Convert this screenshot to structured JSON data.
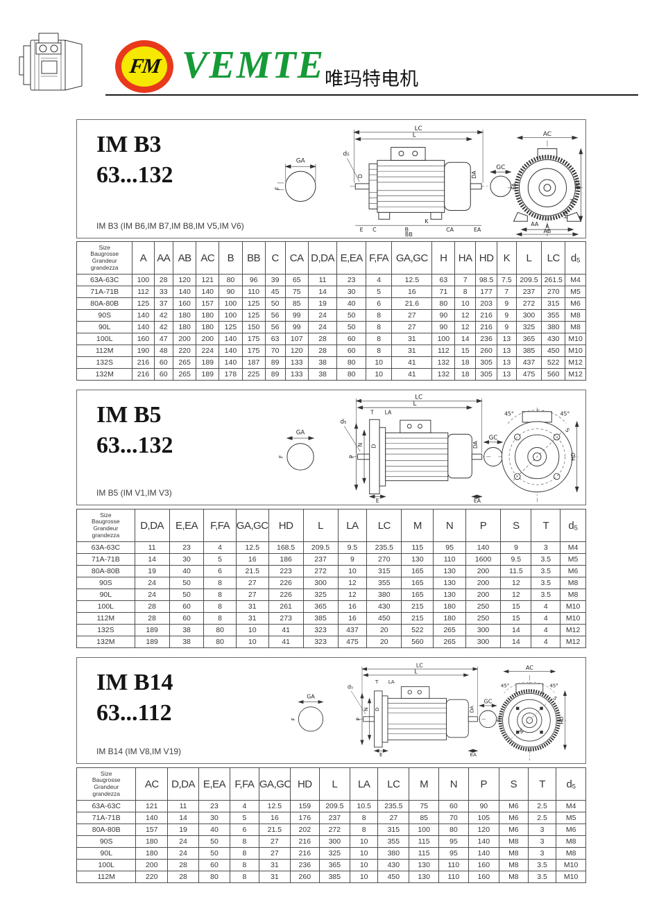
{
  "header": {
    "brand": "VEMTE",
    "tagline": "唯玛特电机",
    "logo_text": "FM",
    "brand_color": "#169a38",
    "logo_ring_color": "#e8391d",
    "logo_fill_color": "#f6e800"
  },
  "size_header_lines": [
    "Size",
    "Baugrosse",
    "Grandeur",
    "grandezza"
  ],
  "sections": [
    {
      "title_line1": "IM B3",
      "title_line2": "63...132",
      "caption": "IM B3 (IM B6,IM B7,IM B8,IM V5,IM V6)"
    },
    {
      "title_line1": "IM B5",
      "title_line2": "63...132",
      "caption": "IM B5 (IM V1,IM V3)"
    },
    {
      "title_line1": "IM B14",
      "title_line2": "63...112",
      "caption": "IM B14 (IM V8,IM V19)"
    }
  ],
  "tables": [
    {
      "columns": [
        "A",
        "AA",
        "AB",
        "AC",
        "B",
        "BB",
        "C",
        "CA",
        "D,DA",
        "E,EA",
        "F,FA",
        "GA,GC",
        "H",
        "HA",
        "HD",
        "K",
        "L",
        "LC",
        "d₅"
      ],
      "rows": [
        [
          "63A-63C",
          "100",
          "28",
          "120",
          "121",
          "80",
          "96",
          "39",
          "65",
          "11",
          "23",
          "4",
          "12.5",
          "63",
          "7",
          "98.5",
          "7.5",
          "209.5",
          "261.5",
          "M4"
        ],
        [
          "71A-71B",
          "112",
          "33",
          "140",
          "140",
          "90",
          "110",
          "45",
          "75",
          "14",
          "30",
          "5",
          "16",
          "71",
          "8",
          "177",
          "7",
          "237",
          "270",
          "M5"
        ],
        [
          "80A-80B",
          "125",
          "37",
          "160",
          "157",
          "100",
          "125",
          "50",
          "85",
          "19",
          "40",
          "6",
          "21.6",
          "80",
          "10",
          "203",
          "9",
          "272",
          "315",
          "M6"
        ],
        [
          "90S",
          "140",
          "42",
          "180",
          "180",
          "100",
          "125",
          "56",
          "99",
          "24",
          "50",
          "8",
          "27",
          "90",
          "12",
          "216",
          "9",
          "300",
          "355",
          "M8"
        ],
        [
          "90L",
          "140",
          "42",
          "180",
          "180",
          "125",
          "150",
          "56",
          "99",
          "24",
          "50",
          "8",
          "27",
          "90",
          "12",
          "216",
          "9",
          "325",
          "380",
          "M8"
        ],
        [
          "100L",
          "160",
          "47",
          "200",
          "200",
          "140",
          "175",
          "63",
          "107",
          "28",
          "60",
          "8",
          "31",
          "100",
          "14",
          "236",
          "13",
          "365",
          "430",
          "M10"
        ],
        [
          "112M",
          "190",
          "48",
          "220",
          "224",
          "140",
          "175",
          "70",
          "120",
          "28",
          "60",
          "8",
          "31",
          "112",
          "15",
          "260",
          "13",
          "385",
          "450",
          "M10"
        ],
        [
          "132S",
          "216",
          "60",
          "265",
          "189",
          "140",
          "187",
          "89",
          "133",
          "38",
          "80",
          "10",
          "41",
          "132",
          "18",
          "305",
          "13",
          "437",
          "522",
          "M12"
        ],
        [
          "132M",
          "216",
          "60",
          "265",
          "189",
          "178",
          "225",
          "89",
          "133",
          "38",
          "80",
          "10",
          "41",
          "132",
          "18",
          "305",
          "13",
          "475",
          "560",
          "M12"
        ]
      ]
    },
    {
      "columns": [
        "D,DA",
        "E,EA",
        "F,FA",
        "GA,GC",
        "HD",
        "L",
        "LA",
        "LC",
        "M",
        "N",
        "P",
        "S",
        "T",
        "d₅"
      ],
      "rows": [
        [
          "63A-63C",
          "11",
          "23",
          "4",
          "12.5",
          "168.5",
          "209.5",
          "9.5",
          "235.5",
          "115",
          "95",
          "140",
          "9",
          "3",
          "M4"
        ],
        [
          "71A-71B",
          "14",
          "30",
          "5",
          "16",
          "186",
          "237",
          "9",
          "270",
          "130",
          "110",
          "1600",
          "9.5",
          "3.5",
          "M5"
        ],
        [
          "80A-80B",
          "19",
          "40",
          "6",
          "21.5",
          "223",
          "272",
          "10",
          "315",
          "165",
          "130",
          "200",
          "11.5",
          "3.5",
          "M6"
        ],
        [
          "90S",
          "24",
          "50",
          "8",
          "27",
          "226",
          "300",
          "12",
          "355",
          "165",
          "130",
          "200",
          "12",
          "3.5",
          "M8"
        ],
        [
          "90L",
          "24",
          "50",
          "8",
          "27",
          "226",
          "325",
          "12",
          "380",
          "165",
          "130",
          "200",
          "12",
          "3.5",
          "M8"
        ],
        [
          "100L",
          "28",
          "60",
          "8",
          "31",
          "261",
          "365",
          "16",
          "430",
          "215",
          "180",
          "250",
          "15",
          "4",
          "M10"
        ],
        [
          "112M",
          "28",
          "60",
          "8",
          "31",
          "273",
          "385",
          "16",
          "450",
          "215",
          "180",
          "250",
          "15",
          "4",
          "M10"
        ],
        [
          "132S",
          "189",
          "38",
          "80",
          "10",
          "41",
          "323",
          "437",
          "20",
          "522",
          "265",
          "300",
          "14",
          "4",
          "M12"
        ],
        [
          "132M",
          "189",
          "38",
          "80",
          "10",
          "41",
          "323",
          "475",
          "20",
          "560",
          "265",
          "300",
          "14",
          "4",
          "M12"
        ]
      ]
    },
    {
      "columns": [
        "AC",
        "D,DA",
        "E,EA",
        "F,FA",
        "GA,GC",
        "HD",
        "L",
        "LA",
        "LC",
        "M",
        "N",
        "P",
        "S",
        "T",
        "d₅"
      ],
      "rows": [
        [
          "63A-63C",
          "121",
          "11",
          "23",
          "4",
          "12.5",
          "159",
          "209.5",
          "10.5",
          "235.5",
          "75",
          "60",
          "90",
          "M6",
          "2.5",
          "M4"
        ],
        [
          "71A-71B",
          "140",
          "14",
          "30",
          "5",
          "16",
          "176",
          "237",
          "8",
          "27",
          "85",
          "70",
          "105",
          "M6",
          "2.5",
          "M5"
        ],
        [
          "80A-80B",
          "157",
          "19",
          "40",
          "6",
          "21.5",
          "202",
          "272",
          "8",
          "315",
          "100",
          "80",
          "120",
          "M6",
          "3",
          "M6"
        ],
        [
          "90S",
          "180",
          "24",
          "50",
          "8",
          "27",
          "216",
          "300",
          "10",
          "355",
          "115",
          "95",
          "140",
          "M8",
          "3",
          "M8"
        ],
        [
          "90L",
          "180",
          "24",
          "50",
          "8",
          "27",
          "216",
          "325",
          "10",
          "380",
          "115",
          "95",
          "140",
          "M8",
          "3",
          "M8"
        ],
        [
          "100L",
          "200",
          "28",
          "60",
          "8",
          "31",
          "236",
          "365",
          "10",
          "430",
          "130",
          "110",
          "160",
          "M8",
          "3.5",
          "M10"
        ],
        [
          "112M",
          "220",
          "28",
          "80",
          "8",
          "31",
          "260",
          "385",
          "10",
          "450",
          "130",
          "110",
          "160",
          "M8",
          "3.5",
          "M10"
        ]
      ]
    }
  ],
  "drawings": {
    "b3": {
      "ds": "d₅",
      "ga": "GA",
      "f": "F",
      "lc": "LC",
      "l": "L",
      "d": "D",
      "da": "DA",
      "e": "E",
      "c": "C",
      "b": "B",
      "bb": "BB",
      "k": "K",
      "ca": "CA",
      "ea": "EA",
      "gc": "GC",
      "fa": "FA",
      "ac": "AC",
      "hd": "HD",
      "h": "H",
      "ha": "HA",
      "aa": "AA",
      "a": "A",
      "ab": "AB"
    },
    "b5": {
      "ds": "d₅",
      "ga": "GA",
      "f": "F",
      "lc": "LC",
      "l": "L",
      "t": "T",
      "la": "LA",
      "p": "P",
      "n": "N",
      "d": "D",
      "da": "DA",
      "e": "E",
      "ea": "EA",
      "gc": "GC",
      "fa": "FA",
      "hd": "HD",
      "s": "S",
      "deg_left": "45°",
      "deg_right": "45°"
    },
    "b14": {
      "ds": "d₅",
      "ga": "GA",
      "f": "F",
      "lc": "LC",
      "l": "L",
      "t": "T",
      "la": "LA",
      "p": "P",
      "n": "N",
      "d": "D",
      "da": "DA",
      "e": "E",
      "ea": "EA",
      "gc": "GC",
      "fa": "FA",
      "ac": "AC",
      "hd": "HD",
      "s": "S",
      "m": "M",
      "deg_left": "45°",
      "deg_right": "45°"
    }
  }
}
